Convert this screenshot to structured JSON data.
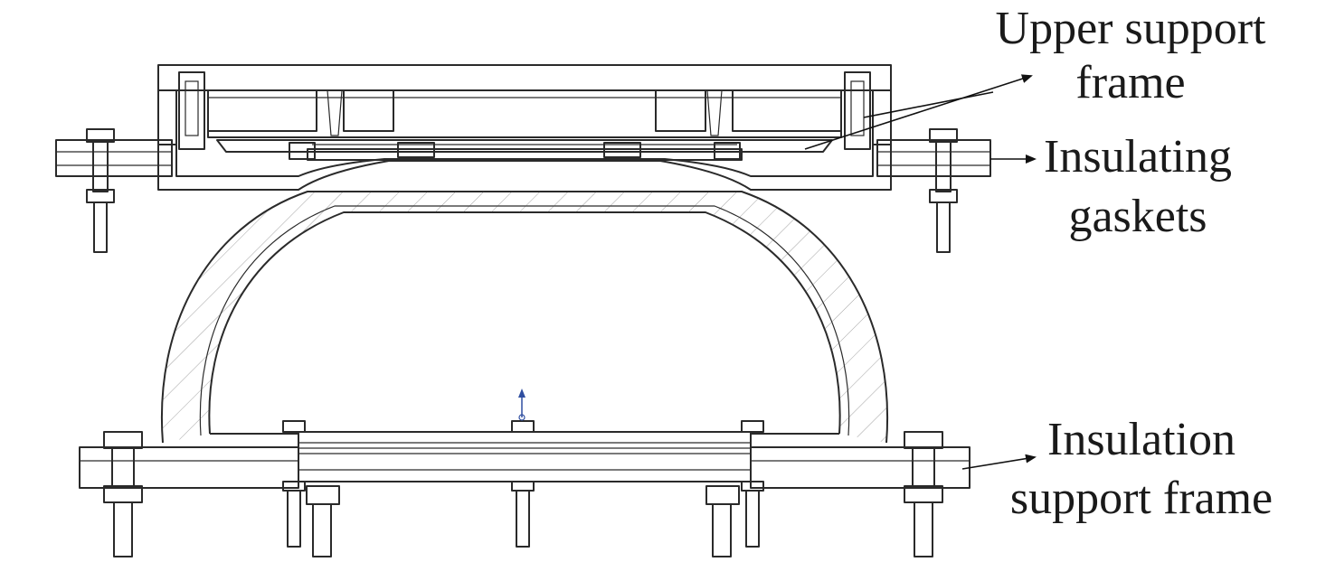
{
  "figure": {
    "labels": {
      "upper_support_frame": [
        "Upper support",
        "frame"
      ],
      "insulating_gaskets": [
        "Insulating",
        "gaskets"
      ],
      "insulation_support_frame": [
        "Insulation",
        "support frame"
      ]
    },
    "colors": {
      "line": "#2a2a2a",
      "axis_marker": "#2f4ea0",
      "background": "#ffffff"
    }
  }
}
